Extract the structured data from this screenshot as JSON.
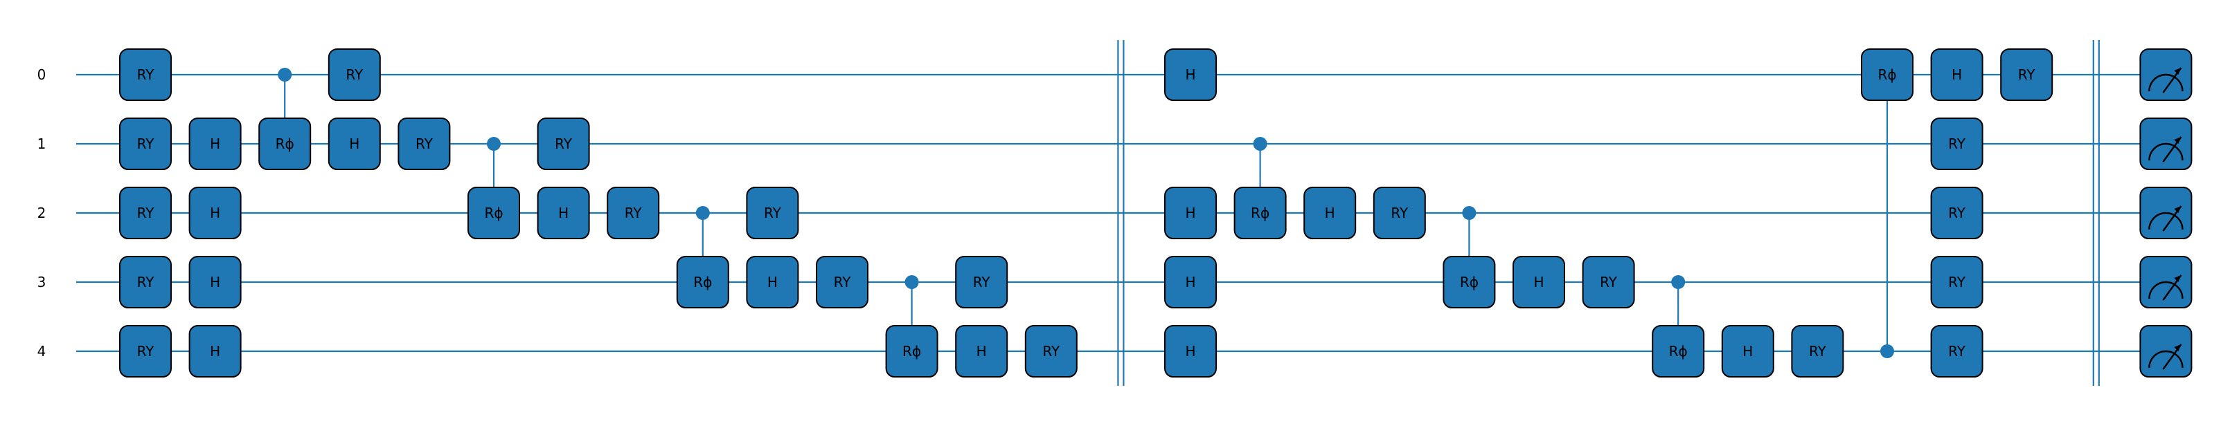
{
  "circuit": {
    "wires": [
      "0",
      "1",
      "2",
      "3",
      "4"
    ],
    "colors": {
      "gate_fill": "#1f77b4",
      "wire": "#1f77b4",
      "outline": "#000000"
    },
    "ops": [
      {
        "kind": "gate",
        "label": "RY",
        "wire": 0,
        "col": 0
      },
      {
        "kind": "gate",
        "label": "RY",
        "wire": 1,
        "col": 0
      },
      {
        "kind": "gate",
        "label": "RY",
        "wire": 2,
        "col": 0
      },
      {
        "kind": "gate",
        "label": "RY",
        "wire": 3,
        "col": 0
      },
      {
        "kind": "gate",
        "label": "RY",
        "wire": 4,
        "col": 0
      },
      {
        "kind": "gate",
        "label": "H",
        "wire": 1,
        "col": 1
      },
      {
        "kind": "gate",
        "label": "H",
        "wire": 2,
        "col": 1
      },
      {
        "kind": "gate",
        "label": "H",
        "wire": 3,
        "col": 1
      },
      {
        "kind": "gate",
        "label": "H",
        "wire": 4,
        "col": 1
      },
      {
        "kind": "cgate",
        "label": "Rϕ",
        "control": 0,
        "target": 1,
        "col": 2
      },
      {
        "kind": "gate",
        "label": "RY",
        "wire": 0,
        "col": 3
      },
      {
        "kind": "gate",
        "label": "H",
        "wire": 1,
        "col": 3
      },
      {
        "kind": "gate",
        "label": "RY",
        "wire": 1,
        "col": 4
      },
      {
        "kind": "cgate",
        "label": "Rϕ",
        "control": 1,
        "target": 2,
        "col": 5
      },
      {
        "kind": "gate",
        "label": "RY",
        "wire": 1,
        "col": 6
      },
      {
        "kind": "gate",
        "label": "H",
        "wire": 2,
        "col": 6
      },
      {
        "kind": "gate",
        "label": "RY",
        "wire": 2,
        "col": 7
      },
      {
        "kind": "cgate",
        "label": "Rϕ",
        "control": 2,
        "target": 3,
        "col": 8
      },
      {
        "kind": "gate",
        "label": "RY",
        "wire": 2,
        "col": 9
      },
      {
        "kind": "gate",
        "label": "H",
        "wire": 3,
        "col": 9
      },
      {
        "kind": "gate",
        "label": "RY",
        "wire": 3,
        "col": 10
      },
      {
        "kind": "cgate",
        "label": "Rϕ",
        "control": 3,
        "target": 4,
        "col": 11
      },
      {
        "kind": "gate",
        "label": "RY",
        "wire": 3,
        "col": 12
      },
      {
        "kind": "gate",
        "label": "H",
        "wire": 4,
        "col": 12
      },
      {
        "kind": "gate",
        "label": "RY",
        "wire": 4,
        "col": 13
      },
      {
        "kind": "barrier",
        "col": 14
      },
      {
        "kind": "gate",
        "label": "H",
        "wire": 0,
        "col": 15
      },
      {
        "kind": "gate",
        "label": "H",
        "wire": 2,
        "col": 15
      },
      {
        "kind": "gate",
        "label": "H",
        "wire": 3,
        "col": 15
      },
      {
        "kind": "gate",
        "label": "H",
        "wire": 4,
        "col": 15
      },
      {
        "kind": "cgate",
        "label": "Rϕ",
        "control": 1,
        "target": 2,
        "col": 16
      },
      {
        "kind": "gate",
        "label": "H",
        "wire": 2,
        "col": 17
      },
      {
        "kind": "gate",
        "label": "RY",
        "wire": 2,
        "col": 18
      },
      {
        "kind": "cgate",
        "label": "Rϕ",
        "control": 2,
        "target": 3,
        "col": 19
      },
      {
        "kind": "gate",
        "label": "H",
        "wire": 3,
        "col": 20
      },
      {
        "kind": "gate",
        "label": "RY",
        "wire": 3,
        "col": 21
      },
      {
        "kind": "cgate",
        "label": "Rϕ",
        "control": 3,
        "target": 4,
        "col": 22
      },
      {
        "kind": "gate",
        "label": "H",
        "wire": 4,
        "col": 23
      },
      {
        "kind": "gate",
        "label": "RY",
        "wire": 4,
        "col": 24
      },
      {
        "kind": "cgate",
        "label": "Rϕ",
        "control": 4,
        "target": 0,
        "col": 25
      },
      {
        "kind": "gate",
        "label": "H",
        "wire": 0,
        "col": 26
      },
      {
        "kind": "gate",
        "label": "RY",
        "wire": 1,
        "col": 26
      },
      {
        "kind": "gate",
        "label": "RY",
        "wire": 2,
        "col": 26
      },
      {
        "kind": "gate",
        "label": "RY",
        "wire": 3,
        "col": 26
      },
      {
        "kind": "gate",
        "label": "RY",
        "wire": 4,
        "col": 26
      },
      {
        "kind": "gate",
        "label": "RY",
        "wire": 0,
        "col": 27
      },
      {
        "kind": "barrier",
        "col": 28
      },
      {
        "kind": "measure",
        "wire": 0,
        "col": 29
      },
      {
        "kind": "measure",
        "wire": 1,
        "col": 29
      },
      {
        "kind": "measure",
        "wire": 2,
        "col": 29
      },
      {
        "kind": "measure",
        "wire": 3,
        "col": 29
      },
      {
        "kind": "measure",
        "wire": 4,
        "col": 29
      }
    ]
  }
}
